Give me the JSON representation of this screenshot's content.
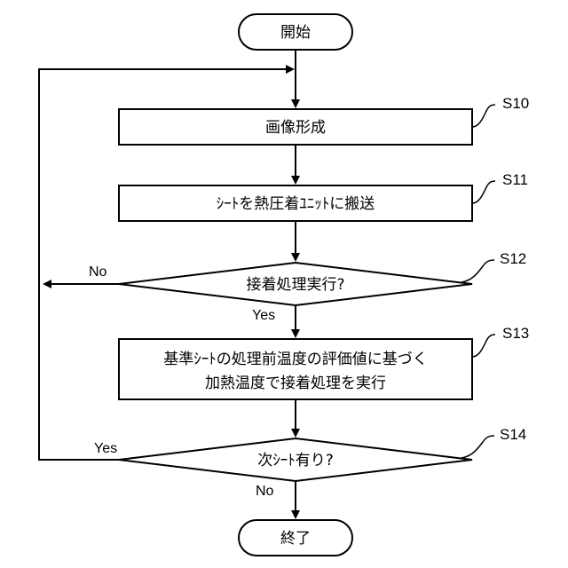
{
  "terminals": {
    "start": "開始",
    "end": "終了"
  },
  "steps": [
    {
      "id": "S10",
      "lines": [
        "画像形成"
      ]
    },
    {
      "id": "S11",
      "lines": [
        "ｼｰﾄを熱圧着ﾕﾆｯﾄに搬送"
      ]
    },
    {
      "id": "S12",
      "lines": [
        "接着処理実行?"
      ]
    },
    {
      "id": "S13",
      "lines": [
        "基準ｼｰﾄの処理前温度の評価値に基づく",
        "加熱温度で接着処理を実行"
      ]
    },
    {
      "id": "S14",
      "lines": [
        "次ｼｰﾄ有り?"
      ]
    }
  ],
  "branches": {
    "s12_no": "No",
    "s12_yes": "Yes",
    "s14_yes": "Yes",
    "s14_no": "No"
  }
}
